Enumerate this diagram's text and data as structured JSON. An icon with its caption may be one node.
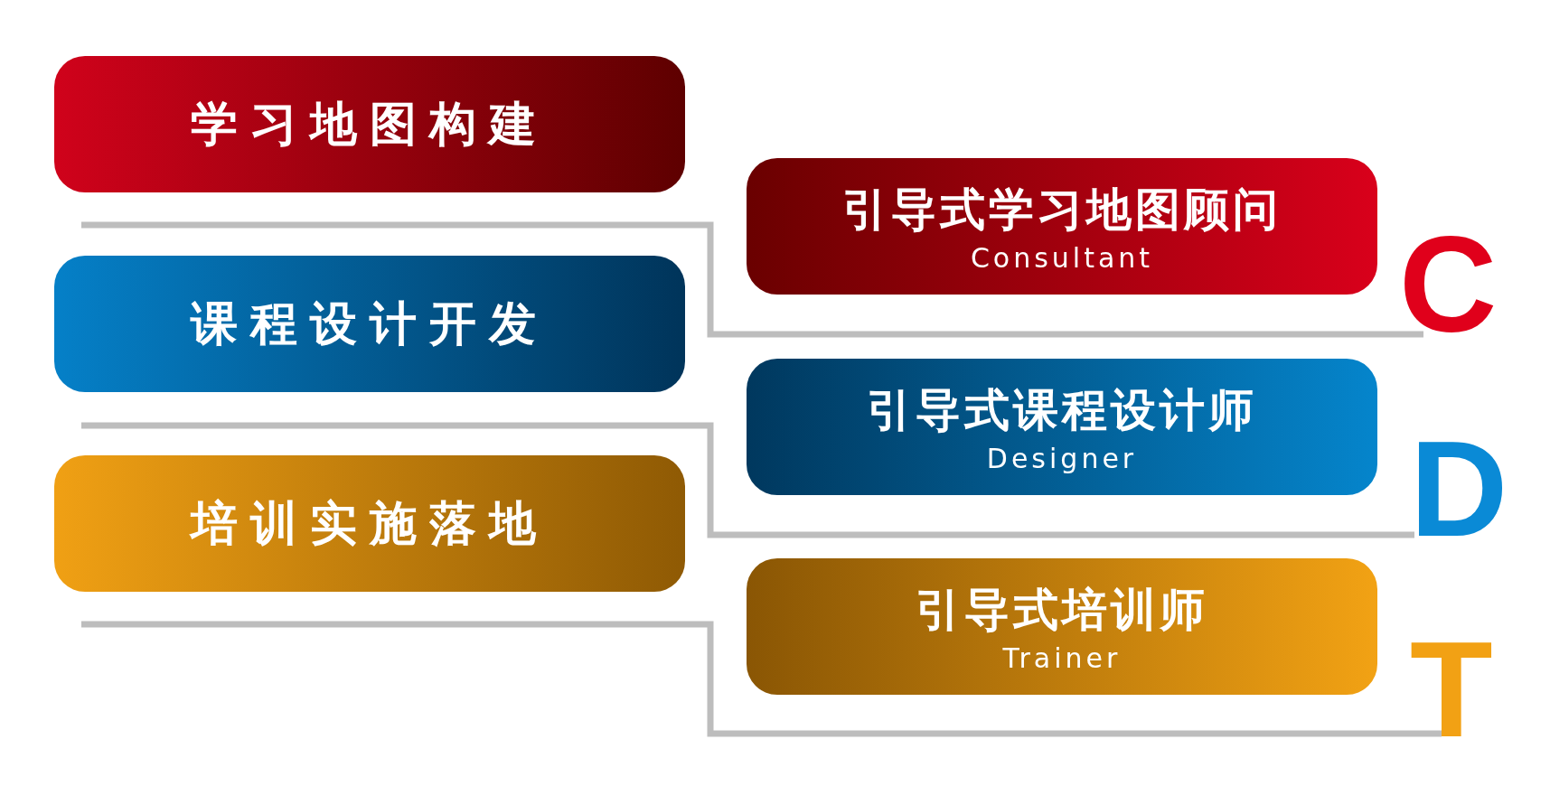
{
  "diagram": {
    "nodes": [
      {
        "text": [
          "学习地图构建"
        ]
      },
      {
        "text": [
          "引导式学习地图顾问",
          "Consultant"
        ]
      },
      {
        "text": [
          "课程设计开发"
        ]
      },
      {
        "text": [
          "引导式课程设计师",
          "Designer"
        ]
      },
      {
        "text": [
          "培训实施落地"
        ]
      },
      {
        "text": [
          "引导式培训师",
          "Trainer"
        ]
      }
    ],
    "labels": [
      "C",
      "D",
      "T"
    ]
  }
}
